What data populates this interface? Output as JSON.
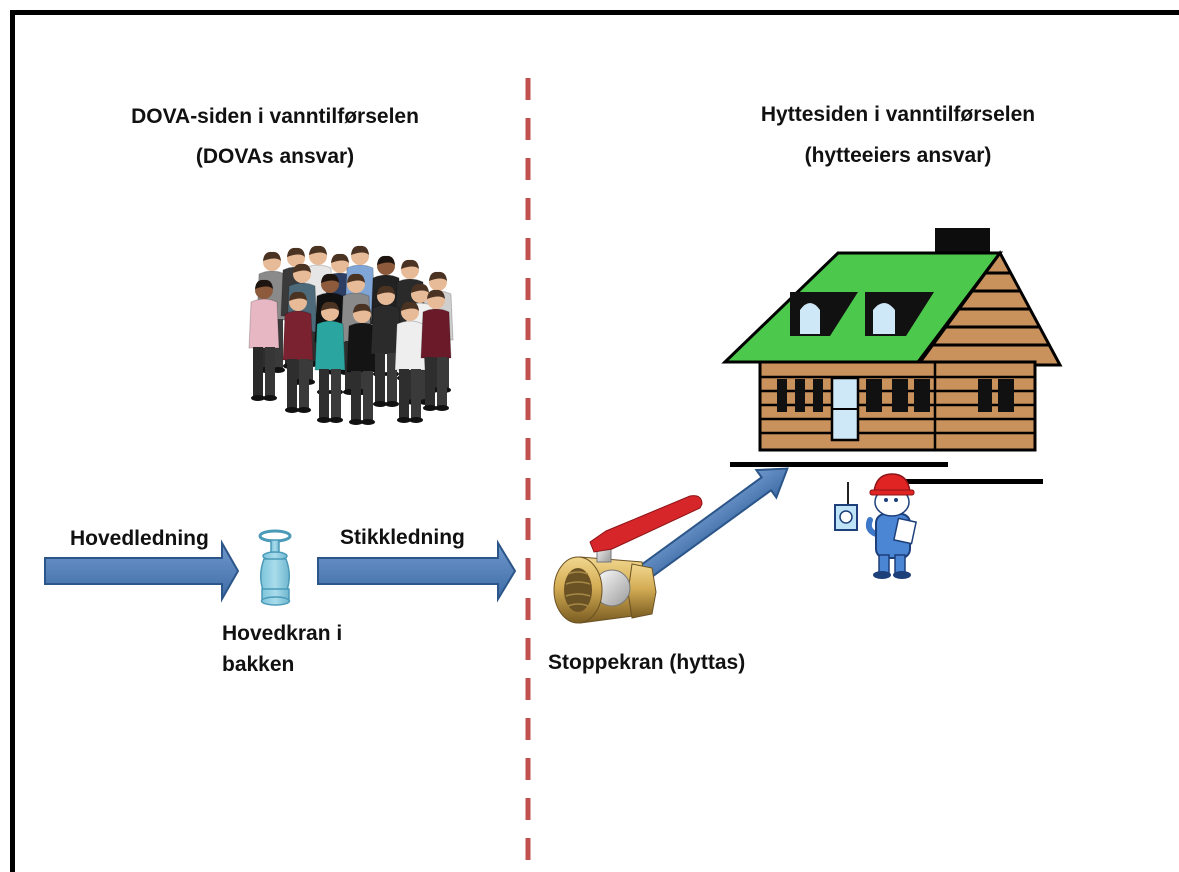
{
  "left_heading": {
    "line1": "DOVA-siden i vanntilførselen",
    "line2": "(DOVAs ansvar)"
  },
  "right_heading": {
    "line1": "Hyttesiden i vanntilførselen",
    "line2": "(hytteeiers ansvar)"
  },
  "labels": {
    "main_line": "Hovedledning",
    "service_line": "Stikkledning",
    "main_valve": [
      "Hovedkran i",
      "bakken"
    ],
    "stop_valve": "Stoppekran (hyttas)"
  },
  "colors": {
    "frame": "#000000",
    "divider": "#c0504d",
    "arrow_light": "#6f98cc",
    "arrow_dark": "#3e6ca6",
    "arrow_stroke": "#2c5689",
    "roof": "#4cc94c",
    "wood": "#c9915c",
    "door": "#cfe8f7",
    "valve_blue": "#a9dceb",
    "handle_red": "#d6262a",
    "brass": "#d4ad55"
  },
  "icons": [
    "people-group-icon",
    "main-valve-icon",
    "ball-valve-icon",
    "cabin-icon",
    "plumber-icon",
    "meter-icon"
  ]
}
